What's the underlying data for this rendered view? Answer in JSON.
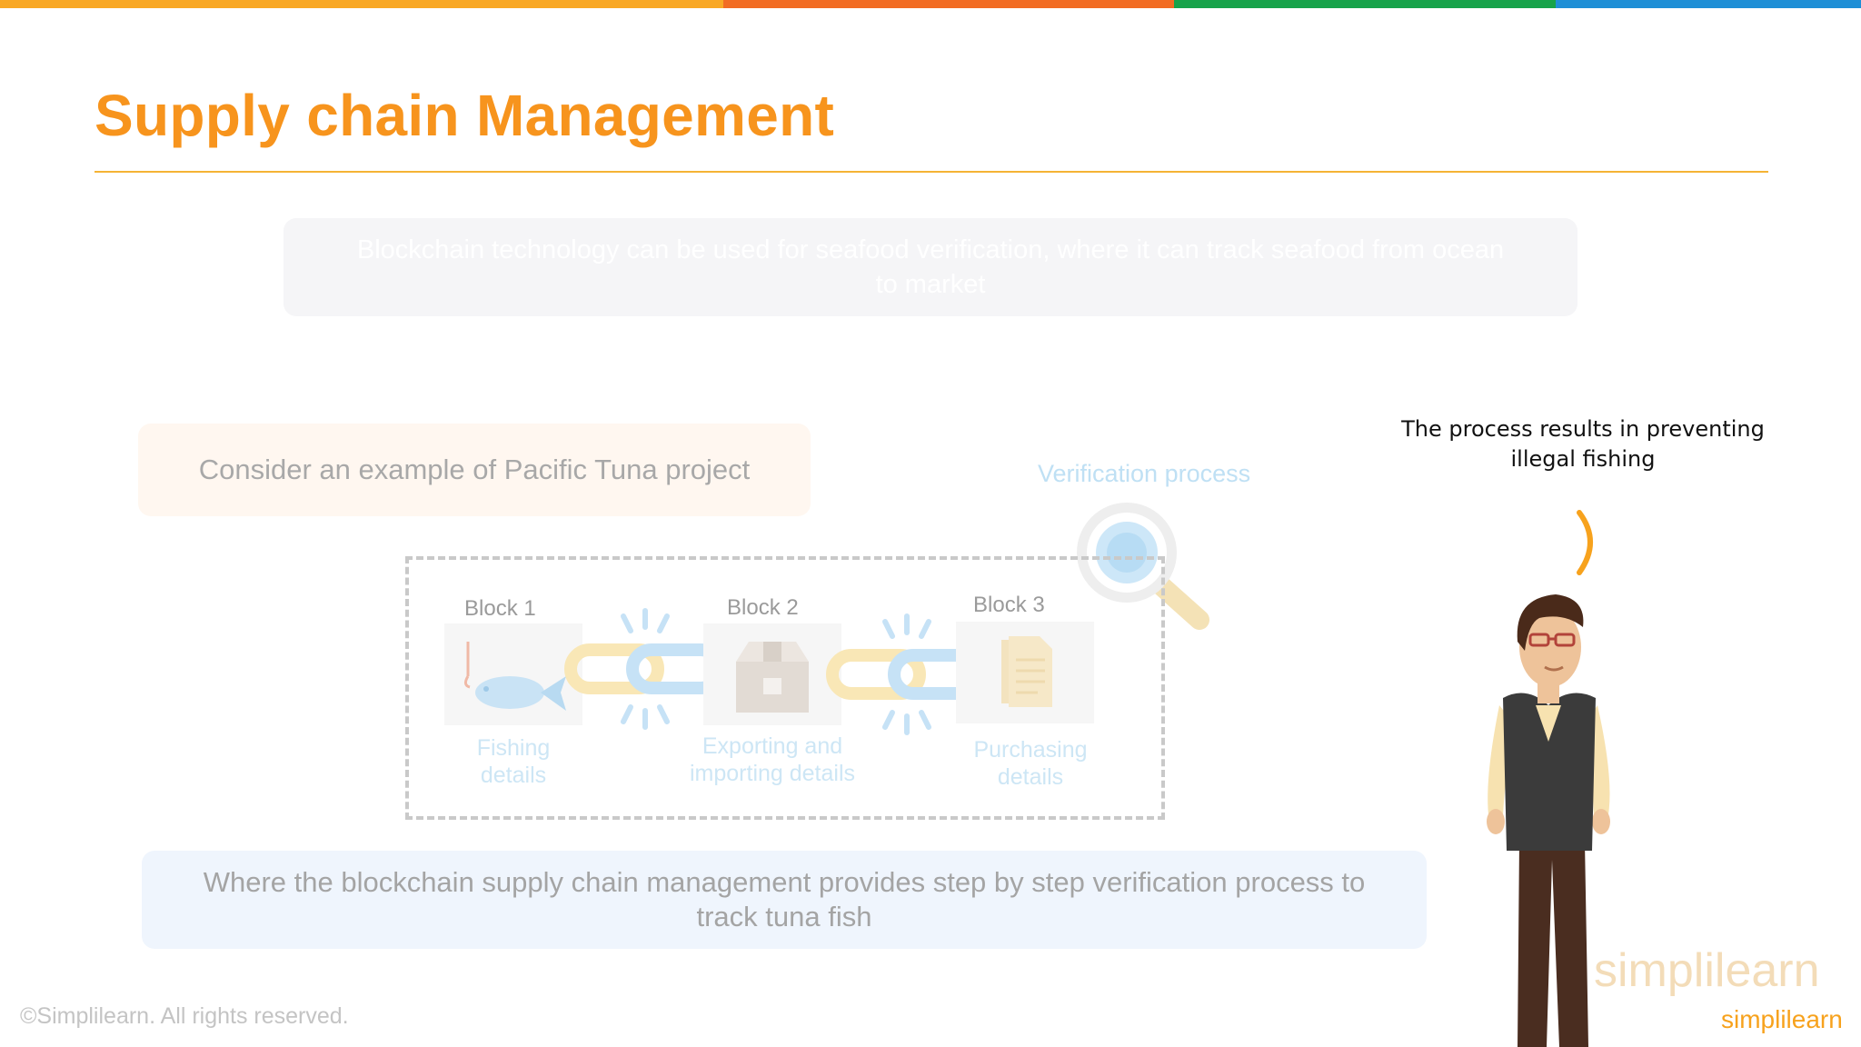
{
  "colors": {
    "accent": "#f7941d",
    "top_bar": [
      "#f9a825",
      "#f26c23",
      "#17a34a",
      "#1f8fd6"
    ]
  },
  "title": "Supply chain Management",
  "intro_text": "Blockchain technology can be used for seafood verification, where it can track seafood from ocean to market",
  "example_text": "Consider an example of Pacific Tuna project",
  "verification_label": "Verification process",
  "blocks": [
    {
      "label": "Block 1",
      "caption_line1": "Fishing",
      "caption_line2": "details",
      "icon": "fish-icon"
    },
    {
      "label": "Block 2",
      "caption_line1": "Exporting and",
      "caption_line2": "importing details",
      "icon": "box-icon"
    },
    {
      "label": "Block 3",
      "caption_line1": "Purchasing",
      "caption_line2": "details",
      "icon": "document-icon"
    }
  ],
  "bottom_text": "Where the blockchain supply chain management provides step by step verification process to track tuna fish",
  "result_text": "The process results in preventing illegal fishing",
  "copyright": "©Simplilearn. All rights reserved.",
  "logo_text": "simplilearn"
}
